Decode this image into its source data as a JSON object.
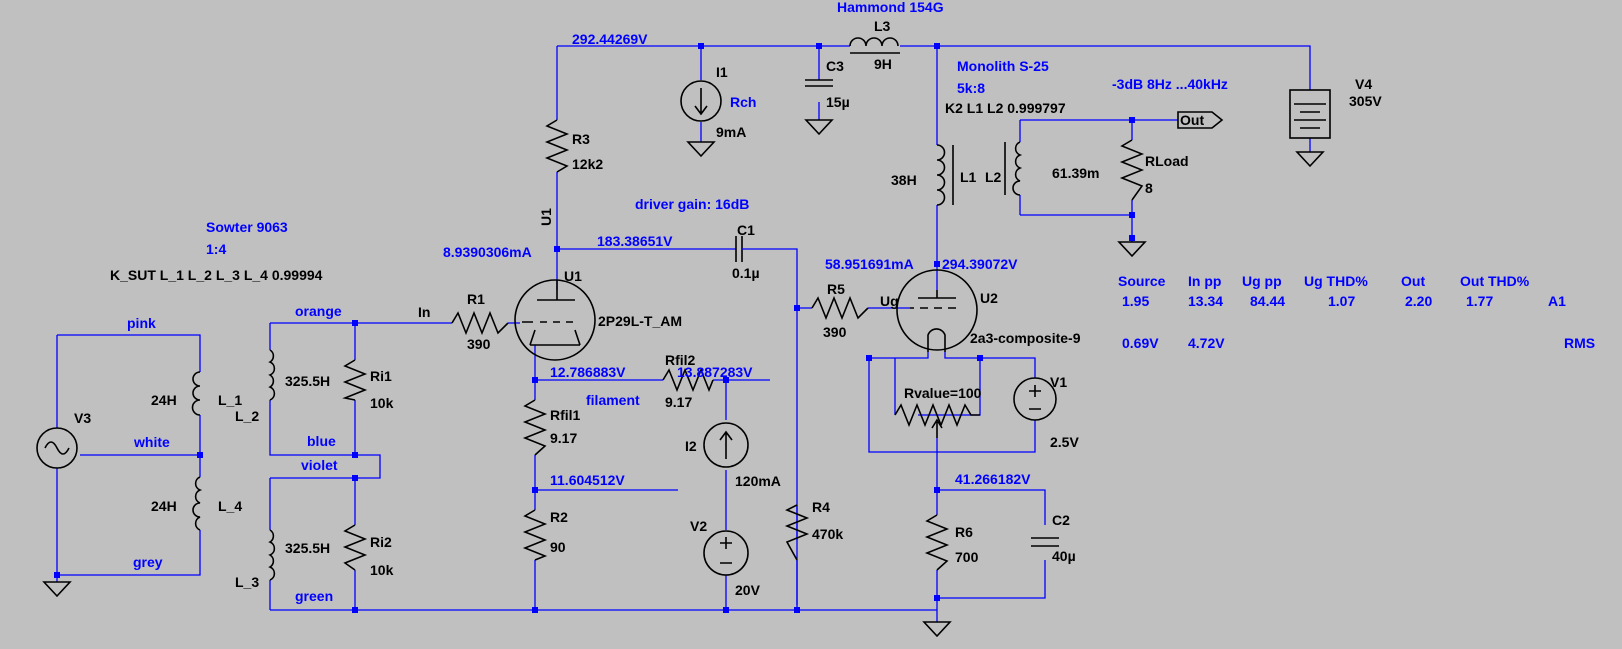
{
  "labels": {
    "hammond": "Hammond 154G",
    "v_b_plus": "292.44269V",
    "L3": "L3",
    "L3_val": "9H",
    "I1": "I1",
    "Rch": "Rch",
    "I1_val": "9mA",
    "C3": "C3",
    "C3_val": "15µ",
    "monolith": "Monolith S-25",
    "ratio_out": "5k:8",
    "bandwidth": "-3dB 8Hz ...40kHz",
    "k2": "K2 L1 L2 0.999797",
    "out_port": "Out",
    "V4": "V4",
    "V4_val": "305V",
    "R3": "R3",
    "R3_val": "12k2",
    "L1_ind": "38H",
    "L1": "L1",
    "L2": "L2",
    "L2_val": "61.39m",
    "RLoad": "RLoad",
    "RLoad_val": "8",
    "U1_vert": "U1",
    "driver_gain": "driver gain: 16dB",
    "sowter": "Sowter 9063",
    "ratio_in": "1:4",
    "ksut": "K_SUT L_1 L_2 L_3 L_4 0.99994",
    "i_u1": "8.9390306mA",
    "v_u1_plate": "183.38651V",
    "C1": "C1",
    "C1_val": "0.1µ",
    "U1": "U1",
    "i_u2": "58.951691mA",
    "v_u2_plate": "294.39072V",
    "U2": "U2",
    "pink": "pink",
    "orange": "orange",
    "In": "In",
    "R1": "R1",
    "R1_val": "390",
    "tube1": "2P29L-T_AM",
    "R5": "R5",
    "R5_val": "390",
    "Ug": "Ug",
    "tube2": "2a3-composite-9",
    "L2s_val": "325.5H",
    "L_2": "L_2",
    "Ri1": "Ri1",
    "Ri1_val": "10k",
    "L_1ind": "24H",
    "L_1": "L_1",
    "v_fil_top": "12.786883V",
    "Rfil2": "Rfil2",
    "Rfil2_val": "9.17",
    "v_fil_right": "13.887283V",
    "filament": "filament",
    "Rvalue": "Rvalue=100",
    "V1": "V1",
    "V1_val": "2.5V",
    "Rfil1": "Rfil1",
    "Rfil1_val": "9.17",
    "V3": "V3",
    "white": "white",
    "blue": "blue",
    "violet": "violet",
    "I2": "I2",
    "I2_val": "120mA",
    "v_fil_bot": "11.604512V",
    "v_cathode": "41.266182V",
    "L_4ind": "24H",
    "L_4": "L_4",
    "R4": "R4",
    "R4_val": "470k",
    "R2": "R2",
    "R2_val": "90",
    "V2": "V2",
    "V2_val": "20V",
    "R6": "R6",
    "R6_val": "700",
    "C2": "C2",
    "C2_val": "40µ",
    "L3s_val": "325.5H",
    "L_3": "L_3",
    "Ri2": "Ri2",
    "Ri2_val": "10k",
    "grey": "grey",
    "green": "green"
  },
  "measurements": {
    "headers": [
      "Source",
      "In pp",
      "Ug pp",
      "Ug THD%",
      "Out",
      "Out THD%"
    ],
    "row1": [
      "1.95",
      "13.34",
      "84.44",
      "1.07",
      "2.20",
      "1.77",
      "A1"
    ],
    "row2": [
      "0.69V",
      "4.72V",
      "RMS"
    ]
  },
  "colors": {
    "background": "#c0c0c0",
    "wire": "#0000ff",
    "component": "#000000",
    "label": "#0000ff"
  }
}
